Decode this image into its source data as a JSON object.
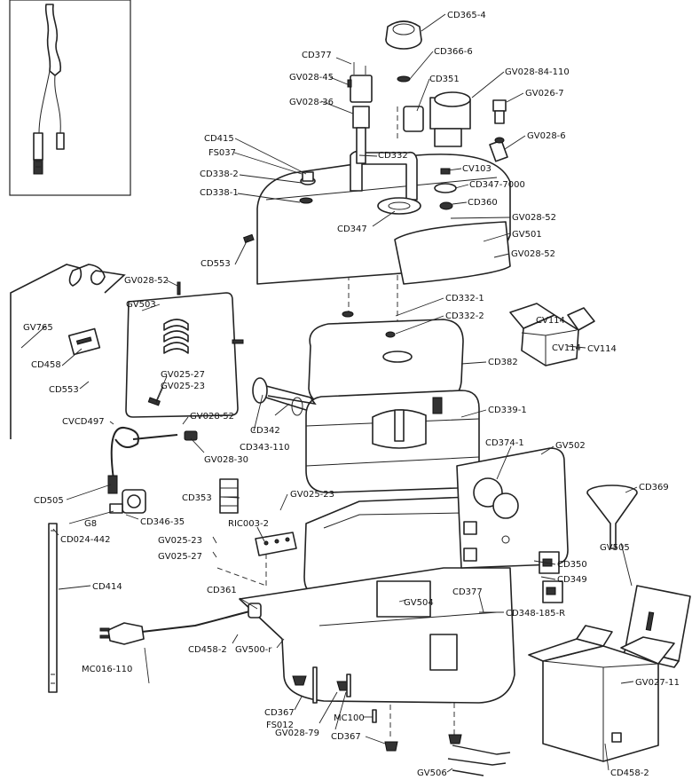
{
  "labels": {
    "cd365_4": "CD365-4",
    "cd377_top": "CD377",
    "cd366_6": "CD366-6",
    "gv028_45": "GV028-45",
    "gv028_84_110": "GV028-84-110",
    "cd351": "CD351",
    "gv026_7": "GV026-7",
    "gv028_36": "GV028-36",
    "gv028_6": "GV028-6",
    "cd415": "CD415",
    "cd332": "CD332",
    "fs037": "FS037",
    "cv103": "CV103",
    "cd338_2": "CD338-2",
    "cd347_7000": "CD347-7000",
    "cd338_1": "CD338-1",
    "cd360": "CD360",
    "gv028_52_a": "GV028-52",
    "cd347": "CD347",
    "gv501": "GV501",
    "cd553_a": "CD553",
    "gv028_52_b": "GV028-52",
    "gv028_52_c": "GV028-52",
    "gv503": "GV503",
    "cd332_1": "CD332-1",
    "gv765": "GV765",
    "cd332_2": "CD332-2",
    "cv114": "CV114",
    "cd458": "CD458",
    "cd382": "CD382",
    "cd553_b": "CD553",
    "gv025_27_a": "GV025-27",
    "gv025_23_a": "GV025-23",
    "cd339_1": "CD339-1",
    "gv028_52_d": "GV028-52",
    "cvcd497": "CVCD497",
    "cd342": "CD342",
    "cd343_110": "CD343-110",
    "gv028_30": "GV028-30",
    "gv502": "GV502",
    "cd374_1": "CD374-1",
    "cd369": "CD369",
    "cd353": "CD353",
    "gv025_23_b": "GV025-23",
    "cd505": "CD505",
    "cd346_35": "CD346-35",
    "g8": "G8",
    "ric003_2": "RIC003-2",
    "cd024_442": "CD024-442",
    "gv025_23_c": "GV025-23",
    "gv025_27_b": "GV025-27",
    "gv505": "GV505",
    "cd350": "CD350",
    "cd349": "CD349",
    "cd414": "CD414",
    "cd361": "CD361",
    "cd377_b": "CD377",
    "gv504": "GV504",
    "cd348_185_r": "CD348-185-R",
    "cd458_2_a": "CD458-2",
    "gv500_r": "GV500-r",
    "mc016_110": "MC016-110",
    "gv027_11": "GV027-11",
    "cd367_a": "CD367",
    "fs012": "FS012",
    "gv028_79": "GV028-79",
    "mc100": "MC100",
    "cd367_b": "CD367",
    "gv506": "GV506",
    "cd458_2_b": "CD458-2"
  },
  "box_marks": {
    "small_box_flap": "CV114",
    "small_box_side": "CV114"
  }
}
